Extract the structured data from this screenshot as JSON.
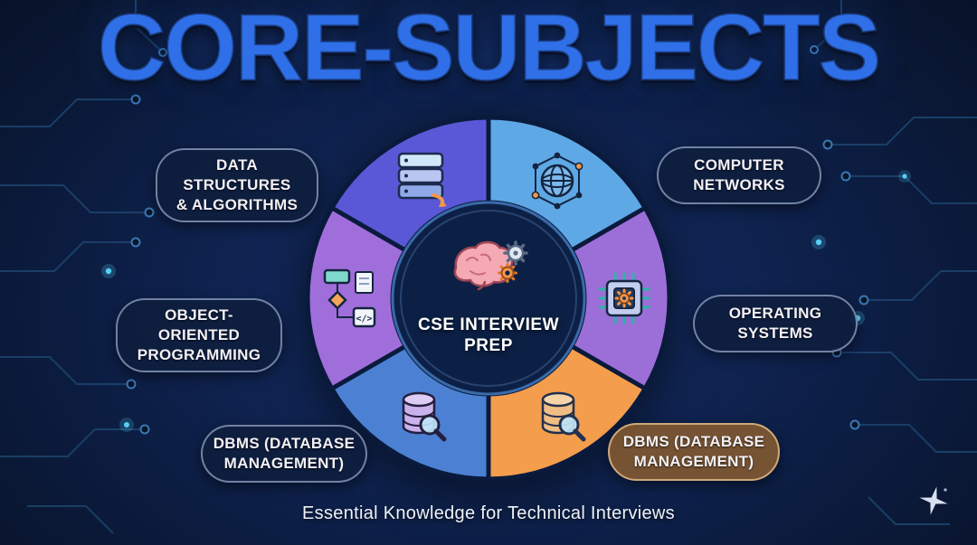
{
  "title": "CORE-SUBJECTS",
  "caption": "Essential Knowledge for Technical Interviews",
  "center": {
    "line1": "CSE INTERVIEW",
    "line2": "PREP",
    "icon": "brain-gears-icon"
  },
  "segments": {
    "dsa": {
      "label_line1": "DATA STRUCTURES",
      "label_line2": "& ALGORITHMS",
      "color": "#5a58d6",
      "icon": "server-stack-icon"
    },
    "networks": {
      "label_line1": "COMPUTER",
      "label_line2": "NETWORKS",
      "color": "#5fa8e6",
      "icon": "network-globe-icon"
    },
    "os": {
      "label_line1": "OPERATING",
      "label_line2": "SYSTEMS",
      "color": "#9c6fd8",
      "icon": "cpu-chip-icon"
    },
    "dbms_right": {
      "label_line1": "DBMS (DATABASE",
      "label_line2": "MANAGEMENT)",
      "color": "#f49d4d",
      "icon": "database-search-icon"
    },
    "dbms_left": {
      "label_line1": "DBMS (DATABASE",
      "label_line2": "MANAGEMENT)",
      "color": "#4c80d2",
      "icon": "database-search-icon"
    },
    "oop": {
      "label_line1": "OBJECT-ORIENTED",
      "label_line2": "PROGRAMMING",
      "color": "#a06edb",
      "icon": "flowchart-icon"
    }
  },
  "icons": {
    "footer": "sparkle-icon",
    "code_glyph": "</>"
  },
  "palette": {
    "background": "#0d1f47",
    "title_blue": "#2f6fe8",
    "pill_bg": "#0f1e3e",
    "pill_border": "#a8b9dc",
    "pill_brown_bg": "#7e5732",
    "pill_brown_border": "#cfa97a",
    "center_circle": "#0c2045",
    "circuit_line": "#1d456f",
    "glow_dot": "#55d0f5"
  }
}
